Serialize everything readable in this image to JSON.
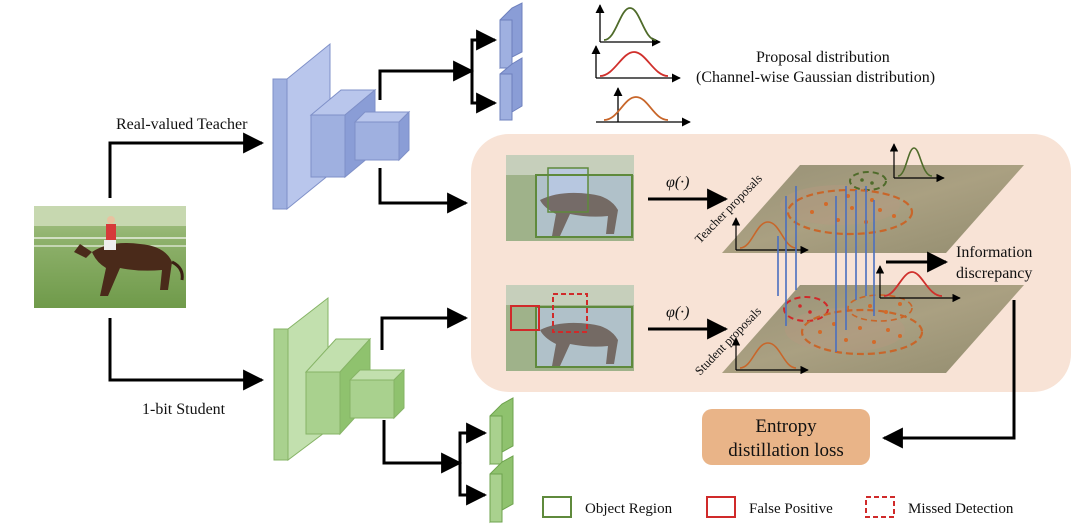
{
  "labels": {
    "teacher": "Real-valued Teacher",
    "student": "1-bit Student",
    "proposal_title": "Proposal distribution",
    "proposal_subtitle": "(Channel-wise Gaussian distribution)",
    "phi": "φ(·)",
    "teacher_proposals": "Teacher proposals",
    "student_proposals": "Student proposals",
    "info_line1": "Information",
    "info_line2": "discrepancy",
    "loss_line1": "Entropy",
    "loss_line2": "distillation loss"
  },
  "legend": [
    {
      "label": "Object Region",
      "style": "solid",
      "color": "#5f8a3c"
    },
    {
      "label": "False Positive",
      "style": "solid",
      "color": "#d02a2a"
    },
    {
      "label": "Missed Detection",
      "style": "dashed",
      "color": "#d02a2a"
    }
  ],
  "colors": {
    "teacher_block": "#9fb0e0",
    "student_block": "#a9d18e",
    "panel_bg": "#f8e3d6",
    "loss_box": "#e9b488",
    "green_curve": "#4f6b2a",
    "red_curve": "#d0302c",
    "orange_curve": "#c8662a",
    "blue_lines": "#4a6fc0"
  }
}
